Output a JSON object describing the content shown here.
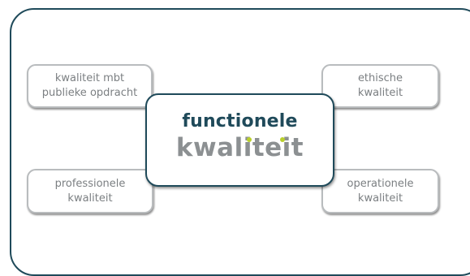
{
  "center": {
    "line1": "functionele",
    "line2": "kwaliteit",
    "dot_color": "#b9cf2c",
    "title_color": "#1f4a5a",
    "subtitle_color": "#8c9092"
  },
  "nodes": {
    "top_left": [
      "kwaliteit mbt",
      "publieke opdracht"
    ],
    "top_right": [
      "ethische",
      "kwaliteit"
    ],
    "bottom_left": [
      "professionele",
      "kwaliteit"
    ],
    "bottom_right": [
      "operationele",
      "kwaliteit"
    ]
  }
}
